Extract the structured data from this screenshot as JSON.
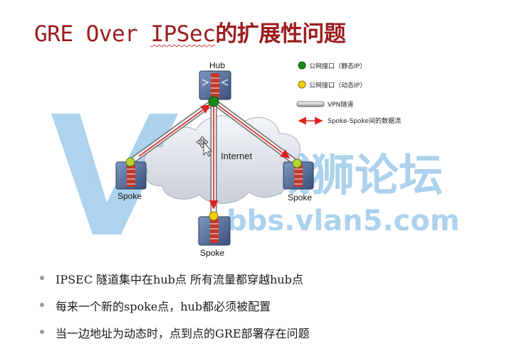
{
  "title": {
    "part1": "GRE Over ",
    "part2": "IPSec",
    "part3": "的扩展性问题"
  },
  "diagram": {
    "hub_label": "Hub",
    "cloud_label": "Internet",
    "spoke_left_label": "Spoke",
    "spoke_right_label": "Spoke",
    "spoke_bottom_label": "Spoke",
    "legend": [
      {
        "text": "公网接口（静态IP）",
        "color": "#1a8a1a"
      },
      {
        "text": "公网接口（动态IP）",
        "color": "#f0d000"
      },
      {
        "text": "VPN隧道"
      },
      {
        "text": "Spoke-Spoke间的数据流",
        "color": "#e02020"
      }
    ],
    "watermark": {
      "text_cn": "攻城狮论坛",
      "text_url": "bbs.vlan5.com",
      "color": "#6aaee0"
    }
  },
  "bullets": [
    "IPSEC 隧道集中在hub点 所有流量都穿越hub点",
    "每来一个新的spoke点，hub都必须被配置",
    "当一边地址为动态时，点到点的GRE部署存在问题"
  ]
}
